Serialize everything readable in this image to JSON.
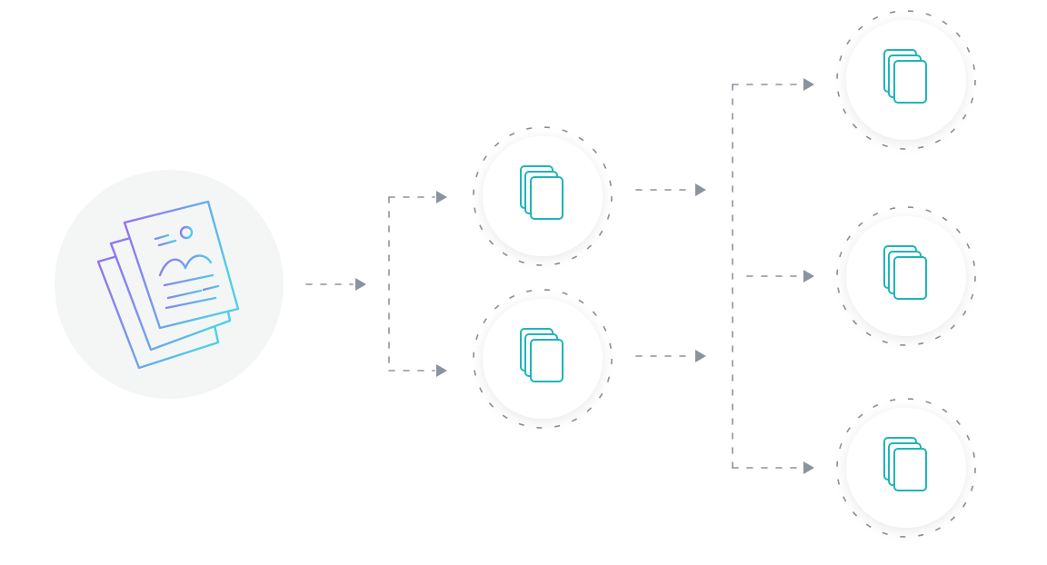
{
  "colors": {
    "background": "#ffffff",
    "source_disc": "#f4f6f6",
    "node_disc": "#ffffff",
    "dashed_ring": "#8a8f99",
    "connector": "#8c93a0",
    "arrowhead": "#8c93a0",
    "doc_stack_icon": "#1fb5ba",
    "source_icon_gradient_start": "#9a6bf0",
    "source_icon_gradient_end": "#4fcfe6"
  },
  "nodes": [
    {
      "id": "source",
      "icon": "illustrated-document-stack-icon"
    },
    {
      "id": "split-a",
      "icon": "document-stack-icon"
    },
    {
      "id": "split-b",
      "icon": "document-stack-icon"
    },
    {
      "id": "output-1",
      "icon": "document-stack-icon"
    },
    {
      "id": "output-2",
      "icon": "document-stack-icon"
    },
    {
      "id": "output-3",
      "icon": "document-stack-icon"
    }
  ],
  "edges": [
    {
      "from": "source",
      "to": "split-a"
    },
    {
      "from": "source",
      "to": "split-b"
    },
    {
      "from": "split-a",
      "to": "output-1"
    },
    {
      "from": "split-a",
      "to": "output-2"
    },
    {
      "from": "split-a",
      "to": "output-3"
    },
    {
      "from": "split-b",
      "to": "output-1"
    },
    {
      "from": "split-b",
      "to": "output-2"
    },
    {
      "from": "split-b",
      "to": "output-3"
    }
  ]
}
